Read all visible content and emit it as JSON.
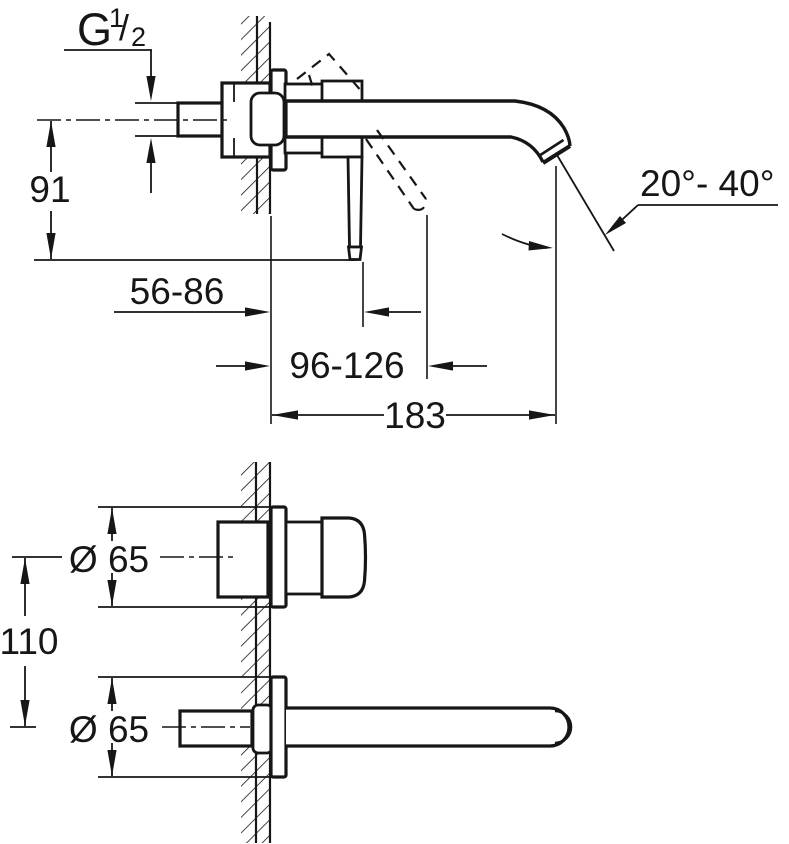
{
  "colors": {
    "ink": "#161616",
    "paper": "#ffffff"
  },
  "drawing": {
    "kind": "technical dimension drawing",
    "views": {
      "top": "side section of wall-mounted spout and lever",
      "bottom": "side view of handle trim and spout trim"
    }
  },
  "dims": {
    "thread": {
      "prefix": "G",
      "numerator": "1",
      "slash": "/",
      "denominator": "2"
    },
    "height_91": "91",
    "wall_to_handle": "56-86",
    "wall_to_handle_open": "96-126",
    "spout_projection": "183",
    "outlet_angle": "20°- 40°",
    "escutcheon_top": "Ø 65",
    "center_distance": "110",
    "escutcheon_bottom": "Ø 65"
  }
}
